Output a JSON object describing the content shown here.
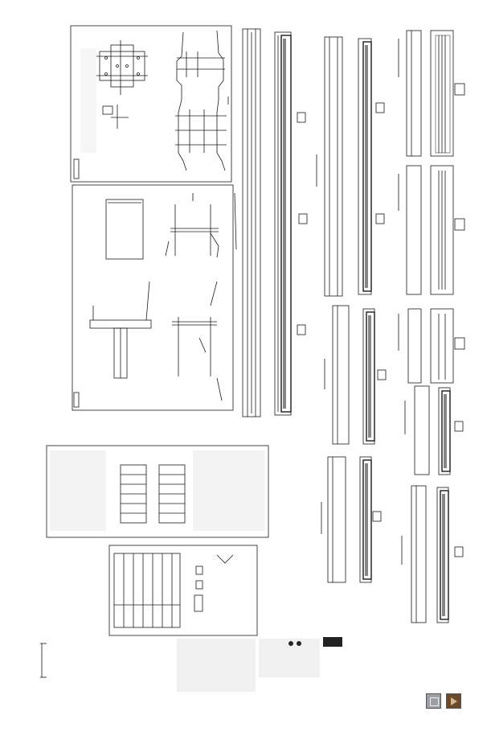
{
  "canvas": {
    "background": "#ffffff",
    "line_color": "#1a1a1a",
    "accent_dark": "#222222"
  },
  "sheets": [
    {
      "id": "steel-connection-details"
    },
    {
      "id": "beam-column-section-details"
    },
    {
      "id": "general-notes-sheet"
    },
    {
      "id": "material-schedule-sheet"
    }
  ],
  "long_members": [
    {
      "id": "long-member-1"
    },
    {
      "id": "long-member-2"
    },
    {
      "id": "long-member-3"
    },
    {
      "id": "long-member-4"
    },
    {
      "id": "long-member-5"
    },
    {
      "id": "long-member-6"
    },
    {
      "id": "long-member-7"
    },
    {
      "id": "long-member-8"
    },
    {
      "id": "long-member-9"
    },
    {
      "id": "long-member-10"
    }
  ],
  "thumbnails": [
    {
      "id": "thumbnail-1",
      "icon": "texture-grey-icon",
      "color": "#9aa0a4"
    },
    {
      "id": "thumbnail-2",
      "icon": "texture-brown-icon",
      "color": "#6b4a2c"
    }
  ]
}
